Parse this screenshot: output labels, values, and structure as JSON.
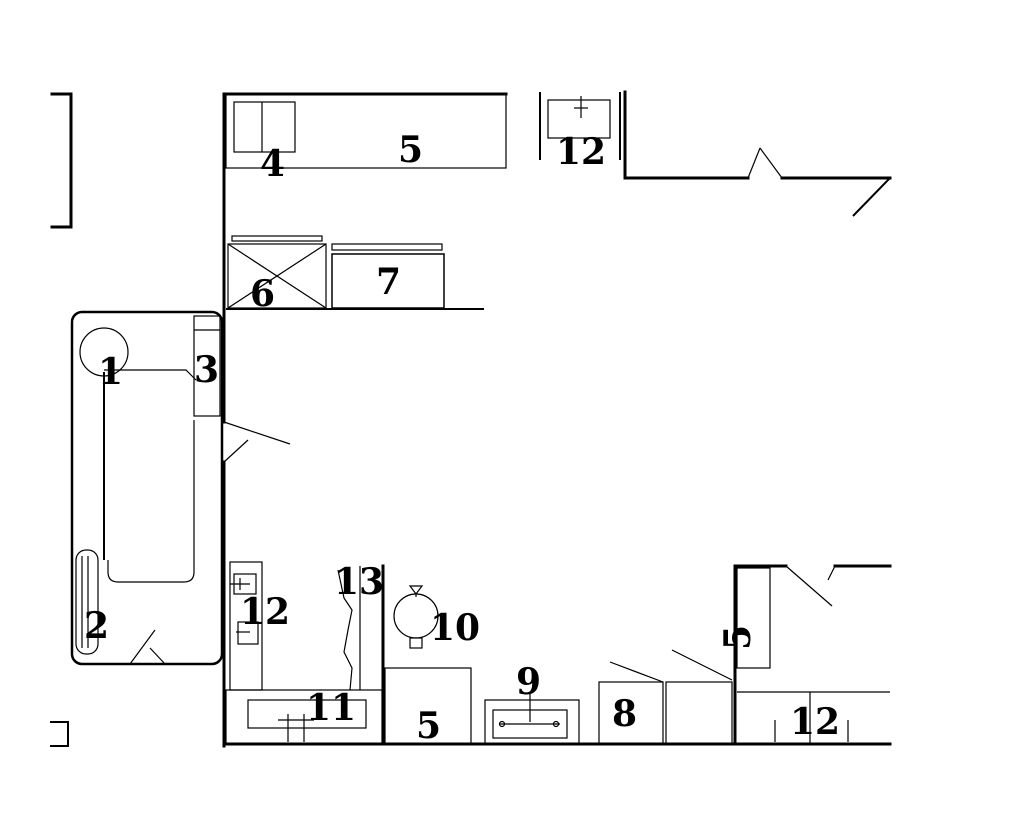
{
  "labels": {
    "l1": "1",
    "l2": "2",
    "l3": "3",
    "l4": "4",
    "l5_top": "5",
    "l5_bottom": "5",
    "l5_right": "5",
    "l6": "6",
    "l7": "7",
    "l8": "8",
    "l9": "9",
    "l10": "10",
    "l11": "11",
    "l12_top": "12",
    "l12_left": "12",
    "l12_right": "12",
    "l13": "13"
  }
}
